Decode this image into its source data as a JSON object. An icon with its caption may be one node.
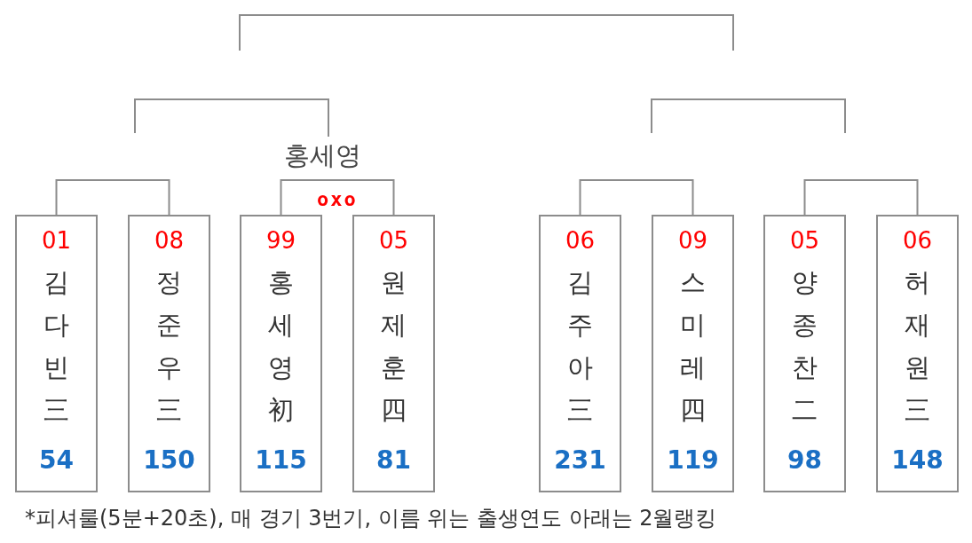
{
  "diagram": {
    "caption": "*피셔룰(5분+20초), 매 경기 3번기, 이름 위는 출생연도 아래는 2월랭킹",
    "nodes": [
      {
        "text": [
          "01",
          "김다빈三",
          "54"
        ]
      },
      {
        "text": [
          "08",
          "정준우三",
          "150"
        ]
      },
      {
        "text": [
          "99",
          "홍세영初",
          "115"
        ]
      },
      {
        "text": [
          "05",
          "원제훈四",
          "81"
        ]
      },
      {
        "text": [
          "06",
          "김주아三",
          "231"
        ]
      },
      {
        "text": [
          "09",
          "스미레四",
          "119"
        ]
      },
      {
        "text": [
          "05",
          "양종찬二",
          "98"
        ]
      },
      {
        "text": [
          "06",
          "허재원三",
          "148"
        ]
      },
      {
        "text": [
          "홍세영"
        ]
      }
    ],
    "edges": [
      {
        "from": 0,
        "to": 1,
        "arrow": "none"
      },
      {
        "from": 2,
        "to": 3,
        "arrow": "none",
        "label": "oxo"
      },
      {
        "from": 4,
        "to": 5,
        "arrow": "none"
      },
      {
        "from": 6,
        "to": 7,
        "arrow": "none"
      },
      {
        "from": null,
        "to": 8,
        "arrow": "none"
      }
    ]
  }
}
